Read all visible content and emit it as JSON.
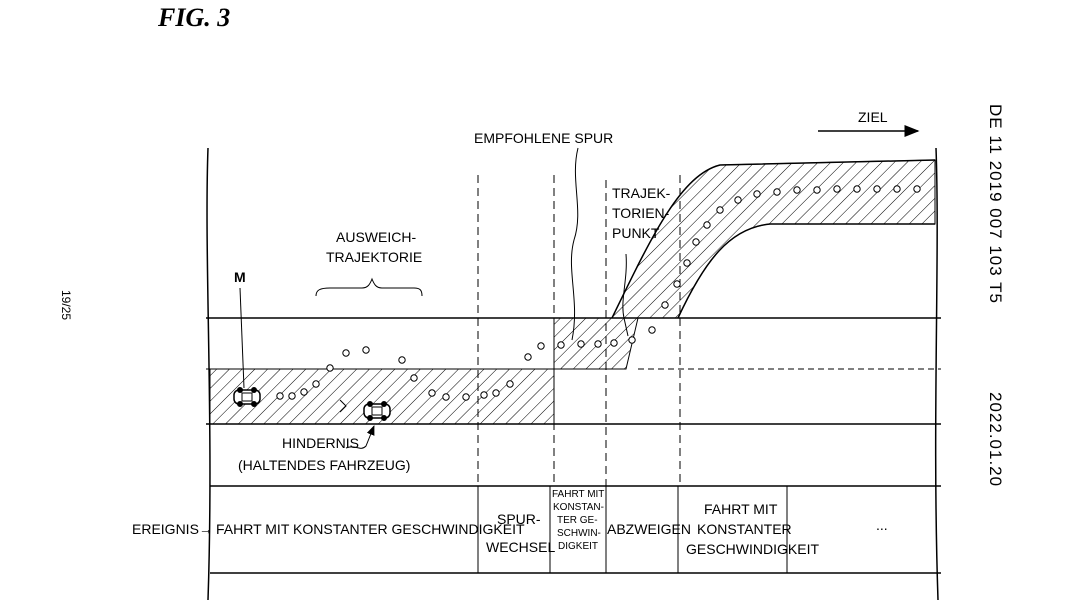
{
  "figure": {
    "title": "FIG. 3"
  },
  "page_number": "19/25",
  "doc_number": "DE 11 2019 007 103 T5",
  "doc_date": "2022.01.20",
  "labels": {
    "ziel": "ZIEL",
    "empfohlene_spur": "EMPFOHLENE SPUR",
    "ausweich_line1": "AUSWEICH-",
    "ausweich_line2": "TRAJEKTORIE",
    "traj_line1": "TRAJEK-",
    "traj_line2": "TORIEN-",
    "traj_line3": "PUNKT",
    "m": "M",
    "hindernis_line1": "HINDERNIS",
    "hindernis_line2": "(HALTENDES FAHRZEUG)"
  },
  "events": {
    "label": "EREIGNIS→",
    "cells": [
      {
        "lines": [
          "FAHRT MIT KONSTANTER GESCHWINDIGKEIT"
        ]
      },
      {
        "lines": [
          "SPUR-",
          "WECHSEL"
        ]
      },
      {
        "lines": [
          "FAHRT MIT",
          "KONSTAN-",
          "TER GE-",
          "SCHWIN-",
          "DIGKEIT"
        ]
      },
      {
        "lines": [
          "ABZWEIGEN"
        ]
      },
      {
        "lines": [
          "FAHRT MIT",
          "KONSTANTER",
          "GESCHWINDIGKEIT"
        ]
      },
      {
        "lines": [
          "..."
        ]
      }
    ]
  }
}
